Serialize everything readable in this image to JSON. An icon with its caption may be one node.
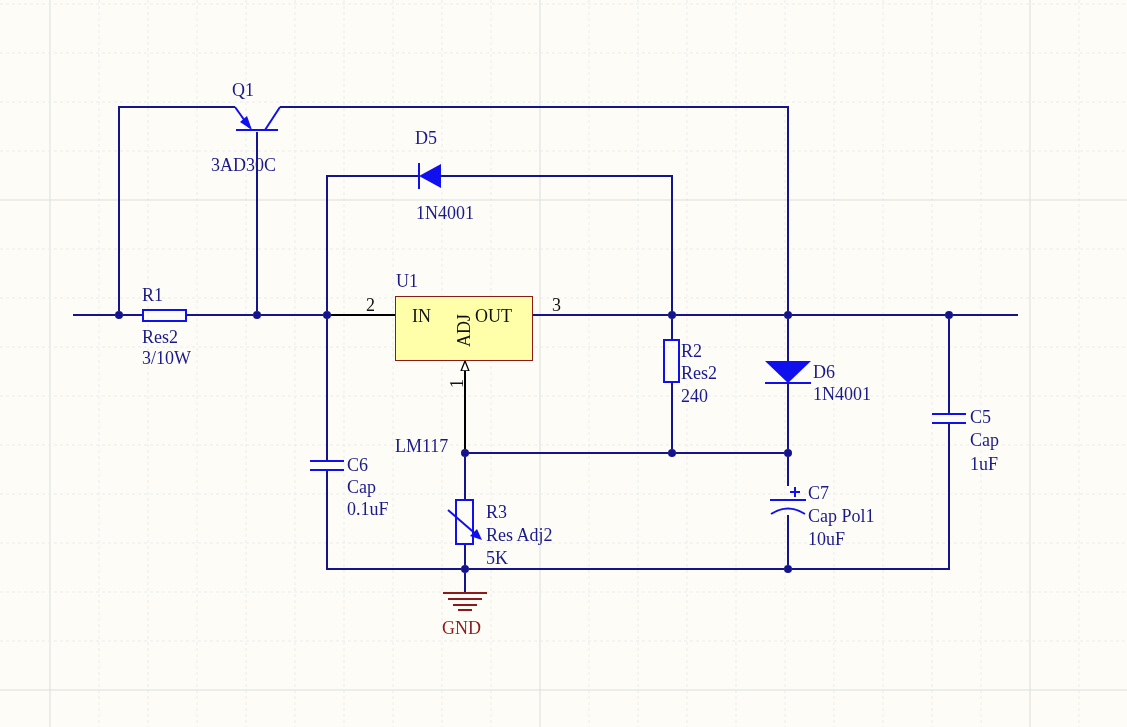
{
  "diagram": {
    "nodes": [
      {
        "text": [
          "IN",
          "ADJ",
          "OUT"
        ],
        "beside": [
          "U1"
        ]
      },
      {
        "text": [],
        "shape": "transistor",
        "beside": [
          "Q1",
          "3AD30C"
        ]
      },
      {
        "text": [],
        "shape": "diode",
        "beside": [
          "D5",
          "1N4001"
        ]
      },
      {
        "text": [],
        "shape": "resistor",
        "beside": [
          "R1",
          "Res2",
          "3/10W"
        ]
      },
      {
        "text": [],
        "shape": "resistor",
        "beside": [
          "R2",
          "Res2",
          "240"
        ]
      },
      {
        "text": [],
        "shape": "diode",
        "beside": [
          "D6",
          "1N4001"
        ]
      },
      {
        "text": [],
        "shape": "capacitor",
        "beside": [
          "C5",
          "Cap",
          "1uF"
        ]
      },
      {
        "text": [],
        "shape": "capacitor",
        "beside": [
          "C6",
          "Cap",
          "0.1uF"
        ]
      },
      {
        "text": [],
        "shape": "capacitor",
        "beside": [
          "C7",
          "Cap Pol1",
          "10uF"
        ]
      },
      {
        "text": [],
        "shape": "resistor",
        "beside": [
          "R3",
          "Res Adj2",
          "5K"
        ]
      },
      {
        "text": [],
        "shape": "ground",
        "beside": [
          "GND"
        ]
      },
      {
        "text": [],
        "shape": "dot"
      },
      {
        "text": [],
        "shape": "dot"
      },
      {
        "text": [],
        "shape": "dot"
      },
      {
        "text": [],
        "shape": "dot"
      },
      {
        "text": [],
        "shape": "dot"
      },
      {
        "text": [],
        "shape": "dot"
      },
      {
        "text": [],
        "shape": "dot"
      },
      {
        "text": [],
        "shape": "dot"
      },
      {
        "text": [],
        "shape": "dot"
      },
      {
        "text": [],
        "shape": "dot"
      },
      {
        "text": [],
        "shape": "dot"
      }
    ],
    "edges": [
      {
        "from": null,
        "to": 11,
        "arrow": "none"
      },
      {
        "from": 11,
        "to": 3,
        "arrow": "none"
      },
      {
        "from": 3,
        "to": 12,
        "arrow": "none"
      },
      {
        "from": 12,
        "to": 13,
        "arrow": "none"
      },
      {
        "from": 13,
        "to": 0,
        "arrow": "none",
        "color": "#000000"
      },
      {
        "from": 0,
        "to": 14,
        "arrow": "none"
      },
      {
        "from": 14,
        "to": 15,
        "arrow": "none"
      },
      {
        "from": 15,
        "to": 16,
        "arrow": "none"
      },
      {
        "from": 16,
        "to": null,
        "arrow": "none"
      },
      {
        "from": 11,
        "to": 1,
        "arrow": "none"
      },
      {
        "from": 1,
        "to": 12,
        "arrow": "none"
      },
      {
        "from": 1,
        "to": 15,
        "arrow": "none"
      },
      {
        "from": 13,
        "to": 2,
        "arrow": "none"
      },
      {
        "from": 2,
        "to": 14,
        "arrow": "none"
      },
      {
        "from": 14,
        "to": 4,
        "arrow": "none"
      },
      {
        "from": 4,
        "to": 18,
        "arrow": "none"
      },
      {
        "from": 15,
        "to": 5,
        "arrow": "none"
      },
      {
        "from": 5,
        "to": 19,
        "arrow": "none"
      },
      {
        "from": 13,
        "to": 7,
        "arrow": "none"
      },
      {
        "from": 7,
        "to": 20,
        "arrow": "none"
      },
      {
        "from": 16,
        "to": 6,
        "arrow": "none"
      },
      {
        "from": 6,
        "to": 21,
        "arrow": "none"
      },
      {
        "from": 17,
        "to": 0,
        "arrow": "to",
        "color": "#000000"
      },
      {
        "from": 17,
        "to": 18,
        "arrow": "none"
      },
      {
        "from": 18,
        "to": 19,
        "arrow": "none"
      },
      {
        "from": 17,
        "to": 9,
        "arrow": "none"
      },
      {
        "from": 9,
        "to": 20,
        "arrow": "none"
      },
      {
        "from": 20,
        "to": 21,
        "arrow": "none"
      },
      {
        "from": 20,
        "to": 10,
        "arrow": "none"
      },
      {
        "from": 19,
        "to": 8,
        "arrow": "none"
      },
      {
        "from": 8,
        "to": 21,
        "arrow": "none"
      }
    ],
    "labels": [
      "2",
      "3",
      "1",
      "LM117"
    ]
  }
}
